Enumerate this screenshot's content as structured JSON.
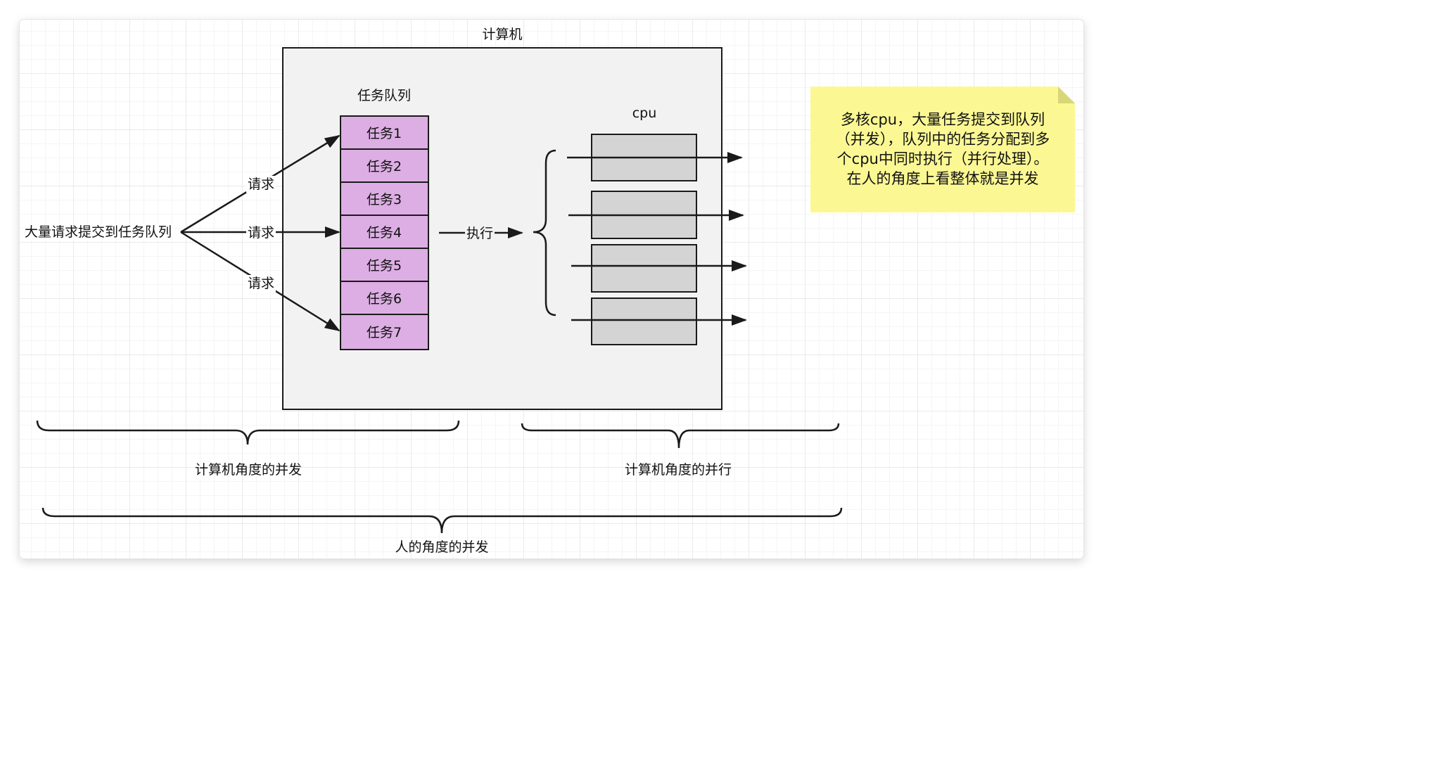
{
  "computer": {
    "title": "计算机"
  },
  "queue": {
    "title": "任务队列",
    "tasks": [
      "任务1",
      "任务2",
      "任务3",
      "任务4",
      "任务5",
      "任务6",
      "任务7"
    ]
  },
  "requests": {
    "source_label": "大量请求提交到任务队列",
    "request_label_1": "请求",
    "request_label_2": "请求",
    "request_label_3": "请求"
  },
  "execute": {
    "label": "执行"
  },
  "cpu": {
    "title": "cpu",
    "count": 4
  },
  "note": {
    "line1": "多核cpu，大量任务提交到队列",
    "line2": "（并发），队列中的任务分配到多",
    "line3": "个cpu中同时执行（并行处理）。",
    "line4": "在人的角度上看整体就是并发"
  },
  "braces": {
    "computer_concurrency": "计算机角度的并发",
    "computer_parallel": "计算机角度的并行",
    "human_concurrency": "人的角度的并发"
  },
  "colors": {
    "task_fill": "#dcaee3",
    "cpu_fill": "#d4d4d4",
    "computer_fill": "#f2f2f2",
    "note_fill": "#fbf894",
    "note_fold": "#d9d678",
    "stroke": "#1a1a1a"
  }
}
